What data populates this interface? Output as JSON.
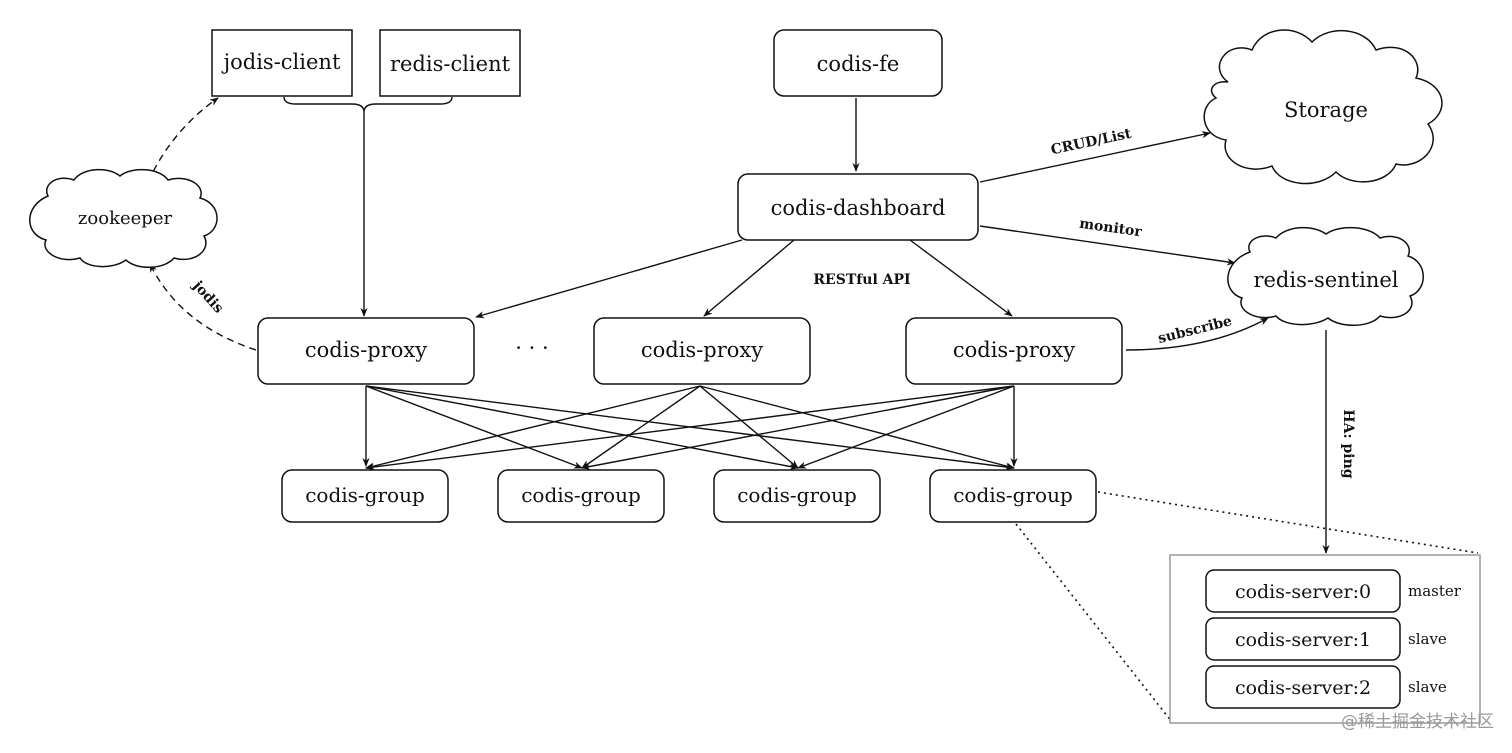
{
  "nodes": {
    "jodis_client": "jodis-client",
    "redis_client": "redis-client",
    "codis_fe": "codis-fe",
    "storage": "Storage",
    "zookeeper": "zookeeper",
    "codis_dashboard": "codis-dashboard",
    "redis_sentinel": "redis-sentinel",
    "proxy_1": "codis-proxy",
    "proxy_ellipsis": "· · ·",
    "proxy_2": "codis-proxy",
    "proxy_3": "codis-proxy",
    "group_1": "codis-group",
    "group_2": "codis-group",
    "group_3": "codis-group",
    "group_4": "codis-group"
  },
  "servers": [
    {
      "label": "codis-server:0",
      "role": "master"
    },
    {
      "label": "codis-server:1",
      "role": "slave"
    },
    {
      "label": "codis-server:2",
      "role": "slave"
    }
  ],
  "edges": {
    "crud_list": "CRUD/List",
    "monitor": "monitor",
    "restful_api": "RESTful API",
    "jodis": "jodis",
    "subscribe": "subscribe",
    "ha_ping": "HA: ping"
  },
  "watermark": "@稀土掘金技术社区"
}
